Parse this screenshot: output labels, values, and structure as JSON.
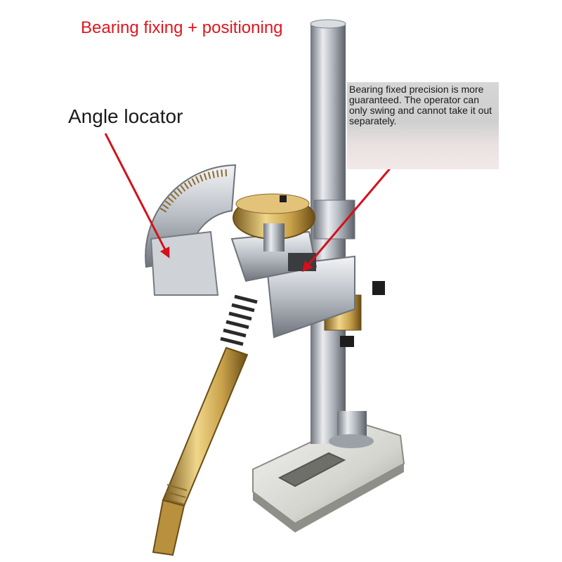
{
  "annotations": {
    "title": "Bearing fixing + positioning",
    "angle_label": "Angle locator",
    "note": "Bearing fixed precision is more guaranteed. The operator can only swing and cannot take it out separately."
  },
  "colors": {
    "title_red": "#e0161e",
    "arrow_red": "#d4101a",
    "brass": "#c9a24a",
    "chrome": "#c8ccd2"
  }
}
